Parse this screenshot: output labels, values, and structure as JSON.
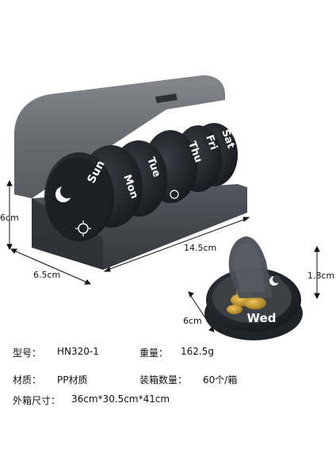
{
  "dimensions": {
    "height": "6cm",
    "depth": "6.5cm",
    "length": "14.5cm",
    "single_height": "1.8cm",
    "single_diameter": "6cm"
  },
  "day_labels": [
    "Sun",
    "Mon",
    "Tue",
    "Thu",
    "Fri",
    "Sat"
  ],
  "open_case_label": "Wed",
  "specs": {
    "model_label": "型号：",
    "model_value": "HN320-1",
    "weight_label": "重量：",
    "weight_value": "162.5g",
    "material_label": "材质：",
    "material_value": "PP材质",
    "pack_label": "装箱数量：",
    "pack_value": "60个/箱",
    "box_label": "外箱尺寸：",
    "box_value": "36cm*30.5cm*41cm"
  },
  "colors": {
    "case_body": "#3a3e45",
    "case_lid": "#5b6068",
    "capsule": "#c9a030",
    "text_white": "#ffffff"
  }
}
